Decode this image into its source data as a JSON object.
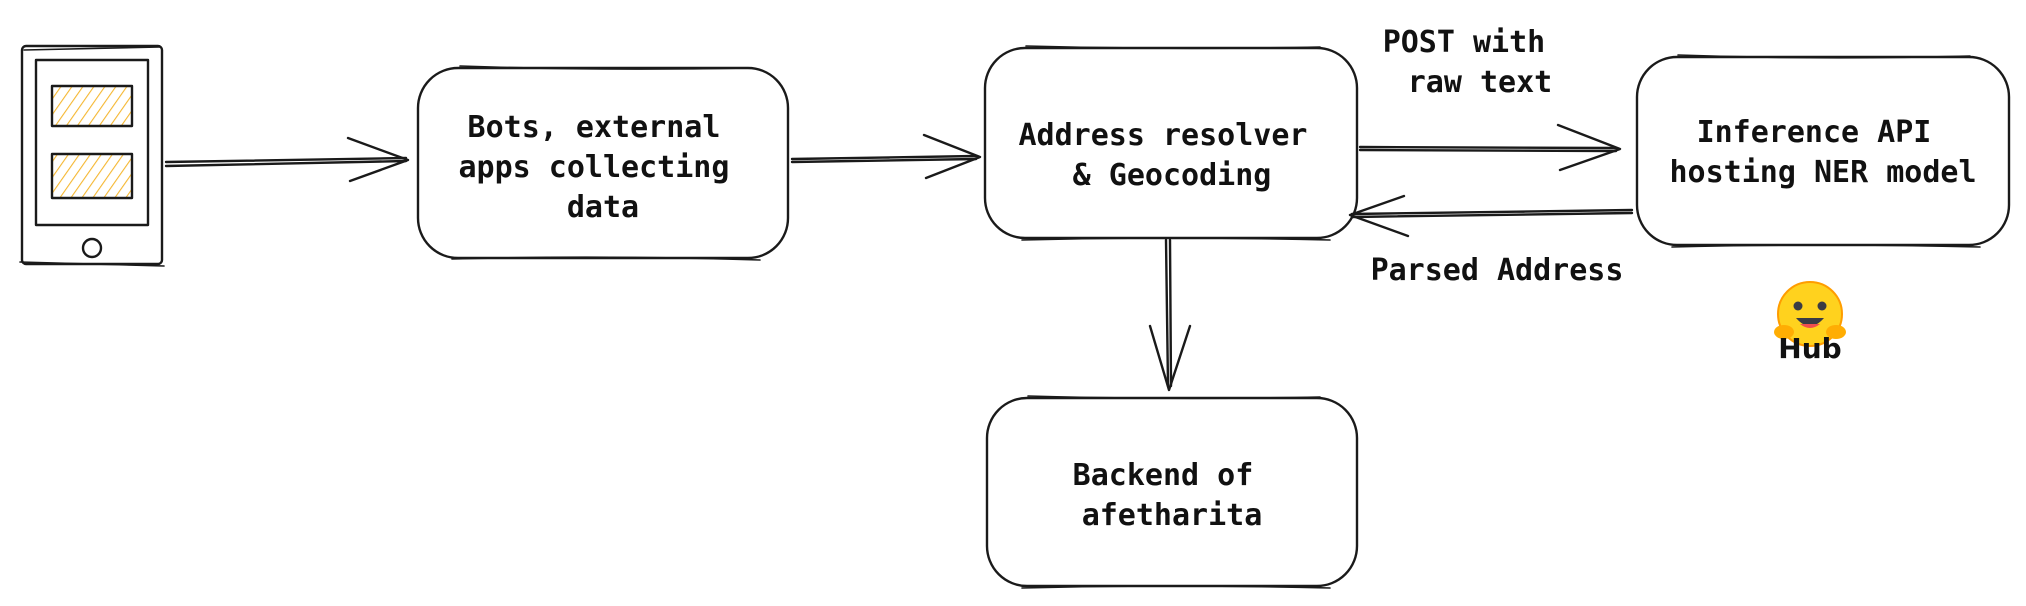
{
  "nodes": [
    {
      "id": "collectors",
      "lines": [
        "Bots, external",
        "apps collecting",
        "data"
      ]
    },
    {
      "id": "resolver",
      "lines": [
        "Address resolver",
        "& Geocoding"
      ]
    },
    {
      "id": "inference",
      "lines": [
        "Inference API",
        "hosting NER model"
      ]
    },
    {
      "id": "backend",
      "lines": [
        "Backend of",
        "afetharita"
      ]
    }
  ],
  "edges": [
    {
      "from": "device",
      "to": "collectors",
      "label": []
    },
    {
      "from": "collectors",
      "to": "resolver",
      "label": []
    },
    {
      "from": "resolver",
      "to": "inference",
      "label": [
        "POST with",
        "raw text"
      ]
    },
    {
      "from": "inference",
      "to": "resolver",
      "label": [
        "Parsed Address"
      ]
    },
    {
      "from": "resolver",
      "to": "backend",
      "label": []
    }
  ],
  "hub": {
    "label": "Hub",
    "icon": "hugging-face-icon"
  },
  "device": {
    "icon": "phone-icon",
    "screen_fill": "#f5b731"
  },
  "colors": {
    "stroke": "#1a1a1a",
    "device_body": "#ced4da",
    "hub_face": "#ffd21e"
  }
}
